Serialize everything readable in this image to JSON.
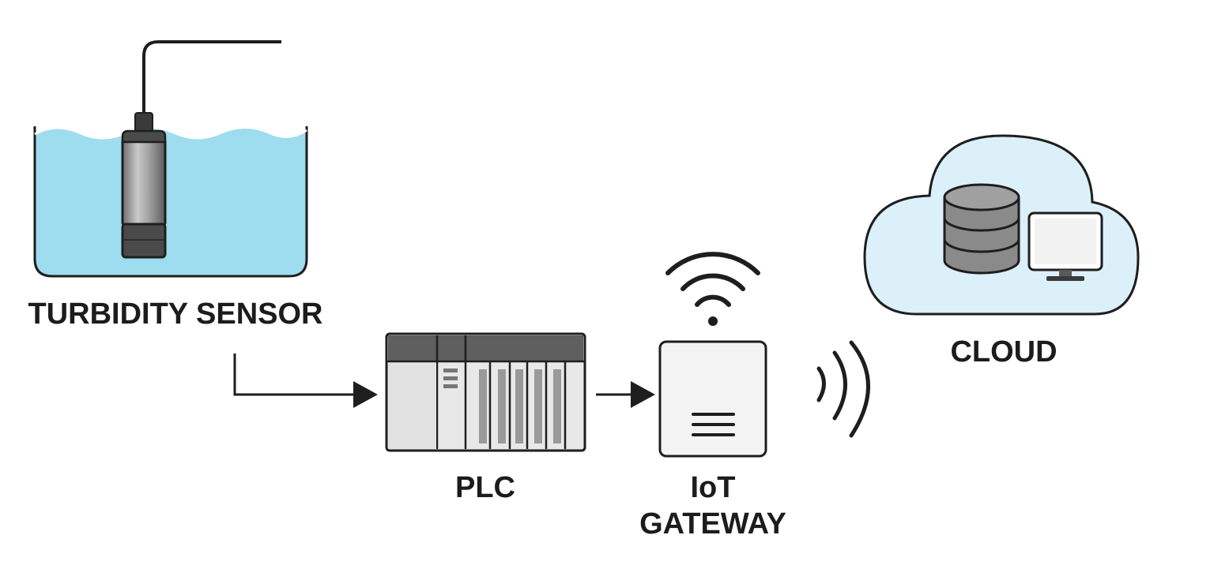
{
  "labels": {
    "sensor": "TURBIDITY SENSOR",
    "plc": "PLC",
    "gateway_line1": "IoT",
    "gateway_line2": "GATEWAY",
    "cloud": "CLOUD"
  },
  "icons": {
    "sensor": "turbidity-probe-icon",
    "water": "water-tank-icon",
    "plc": "plc-rack-icon",
    "gateway": "iot-gateway-icon",
    "wifi": "wifi-icon",
    "wireless": "wireless-signal-icon",
    "cloud": "cloud-icon",
    "database": "database-icon",
    "monitor": "monitor-icon"
  },
  "colors": {
    "water": "#9edcef",
    "cloud_fill": "#dcf0fa",
    "stroke": "#1e1e1e",
    "probe_metal": "#a9a9a9",
    "probe_dark": "#4a4a4a",
    "plc_header": "#5f5f5f",
    "plc_body": "#e6e6e6",
    "gateway_fill": "#f4f4f4",
    "db_fill": "#8a8a8a"
  }
}
